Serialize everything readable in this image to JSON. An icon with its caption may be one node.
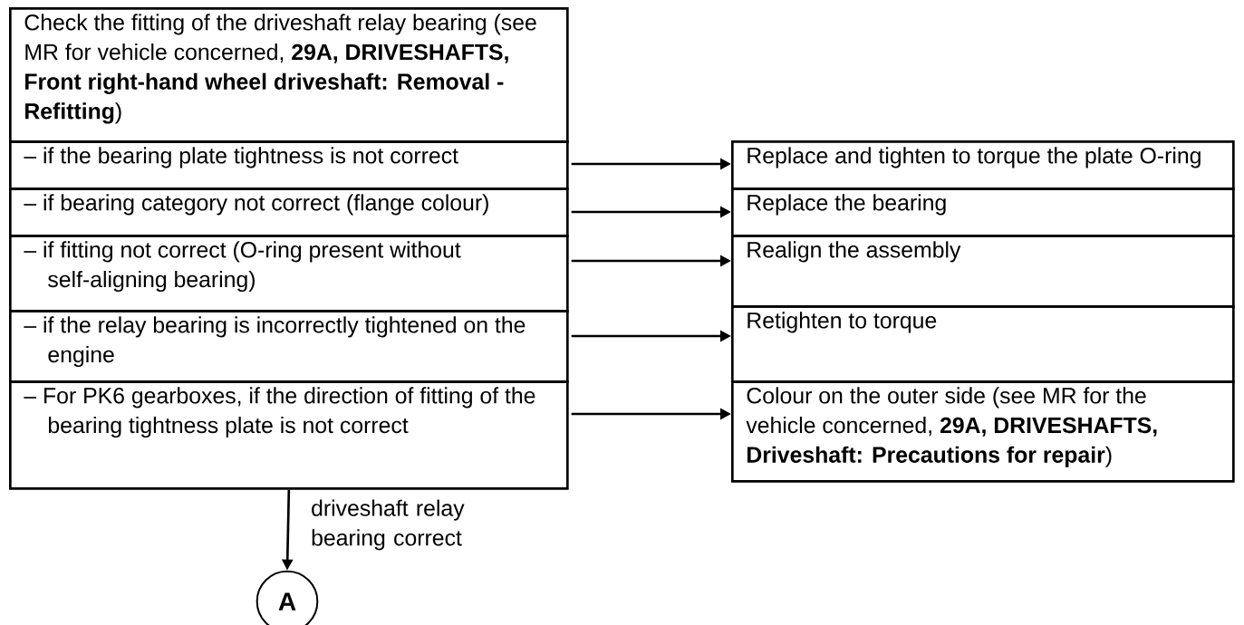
{
  "diagram": {
    "nodes": [
      {
        "text": [
          "Check the fitting of the driveshaft relay bearing (see MR for vehicle concerned, **29A, DRIVESHAFTS, Front right-hand wheel driveshaft: Removal - Refitting**)"
        ]
      },
      {
        "text": [
          "– if the bearing plate tightness is not correct"
        ]
      },
      {
        "text": [
          "– if bearing category not correct (flange colour)"
        ]
      },
      {
        "text": [
          "– if fitting not correct (O-ring present without self-aligning bearing)"
        ]
      },
      {
        "text": [
          "– if the relay bearing is incorrectly tightened on the engine"
        ]
      },
      {
        "text": [
          "– For PK6 gearboxes, if the direction of fitting of the bearing tightness plate is not correct"
        ]
      },
      {
        "text": [
          "Replace and tighten to torque the plate O-ring"
        ]
      },
      {
        "text": [
          "Replace the bearing"
        ]
      },
      {
        "text": [
          "Realign the assembly"
        ]
      },
      {
        "text": [
          "Retighten to torque"
        ]
      },
      {
        "text": [
          "Colour on the outer side (see MR for the vehicle concerned, **29A, DRIVESHAFTS, Driveshaft: Precautions for repair**)"
        ]
      },
      {
        "text": [
          "A"
        ]
      }
    ],
    "edges": [
      {
        "from": 1,
        "to": 6,
        "arrow": "to"
      },
      {
        "from": 2,
        "to": 7,
        "arrow": "to"
      },
      {
        "from": 3,
        "to": 8,
        "arrow": "to"
      },
      {
        "from": 4,
        "to": 9,
        "arrow": "to"
      },
      {
        "from": 5,
        "to": 10,
        "arrow": "to"
      },
      {
        "from": 5,
        "to": 11,
        "arrow": "to",
        "label": "driveshaft relay bearing correct"
      }
    ]
  }
}
